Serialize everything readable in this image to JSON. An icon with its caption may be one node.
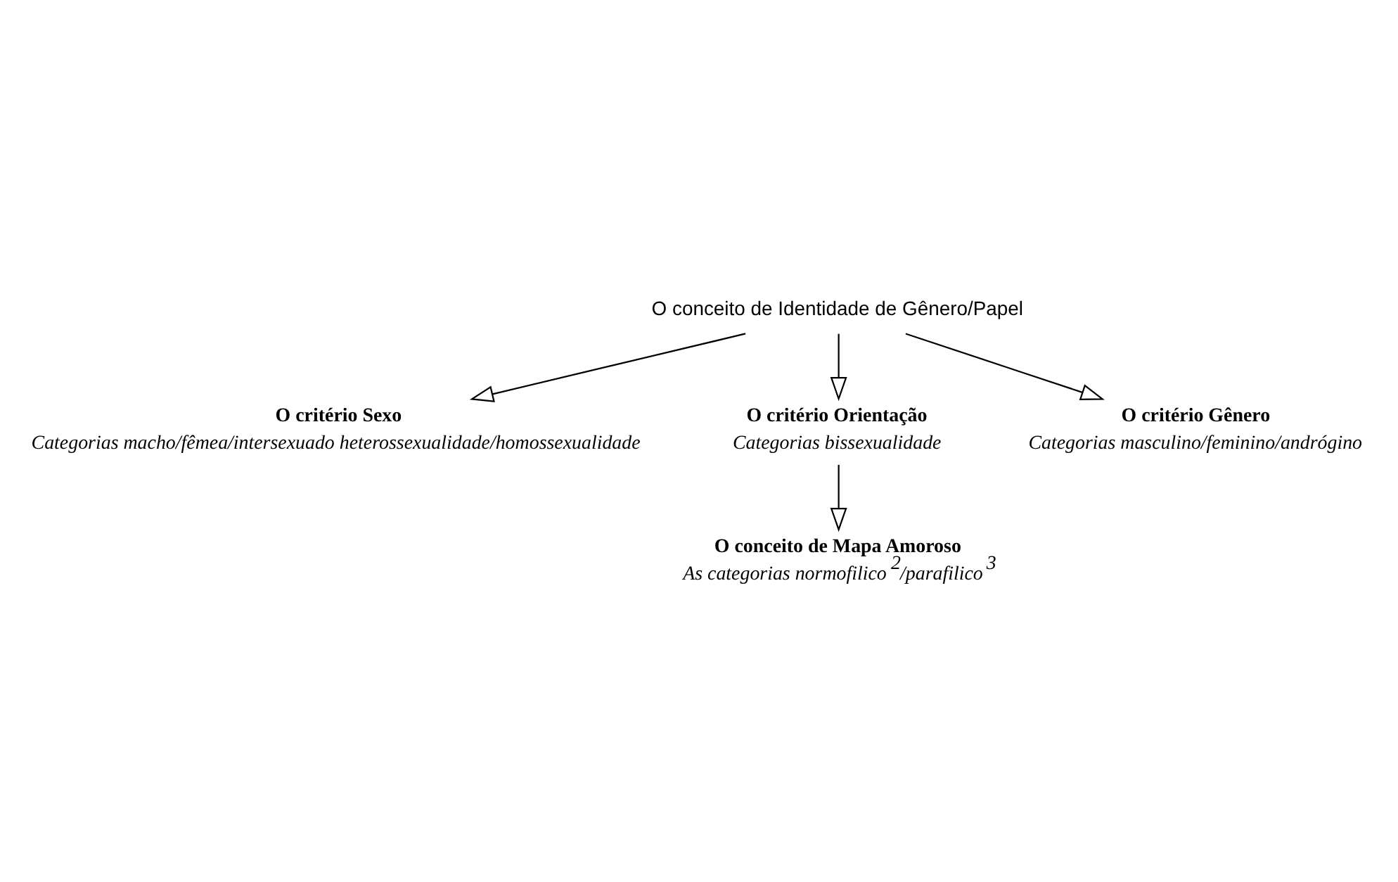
{
  "diagram": {
    "nodes": [
      {
        "text": [
          "O conceito de Identidade de Gênero/Papel"
        ]
      },
      {
        "text": [
          "O critério Sexo",
          "Categorias macho/fêmea/intersexuado heterossexualidade/homossexualidade"
        ]
      },
      {
        "text": [
          "O critério Orientação",
          "Categorias bissexualidade"
        ]
      },
      {
        "text": [
          "O critério Gênero",
          "Categorias masculino/feminino/andrógino"
        ]
      },
      {
        "text": [
          "O conceito de Mapa Amoroso",
          "As categorias normofilico$^{2}$/parafilico$^{3}$"
        ]
      }
    ],
    "edges": [
      {
        "from": 0,
        "to": 1,
        "arrow": "to"
      },
      {
        "from": 0,
        "to": 3,
        "arrow": "to"
      },
      {
        "from": 0,
        "to": 2,
        "arrow": "to"
      },
      {
        "from": 2,
        "to": 4,
        "arrow": "to"
      }
    ]
  }
}
